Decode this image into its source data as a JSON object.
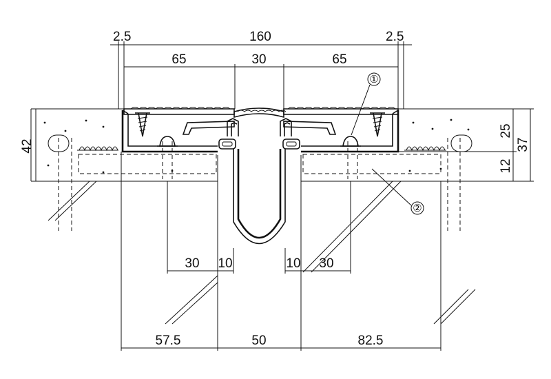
{
  "dimensions": {
    "top_left_gap": "2.5",
    "top_total": "160",
    "top_right_gap": "2.5",
    "plate_left": "65",
    "plate_center": "30",
    "plate_right": "65",
    "height_upper": "25",
    "height_total": "37",
    "height_lower": "12",
    "height_left": "42",
    "anchor_left_offset": "30",
    "anchor_left_gap": "10",
    "anchor_right_gap": "10",
    "anchor_right_offset": "30",
    "bottom_left": "57.5",
    "bottom_center": "50",
    "bottom_right": "82.5"
  },
  "callouts": {
    "c1": "①",
    "c2": "②"
  }
}
